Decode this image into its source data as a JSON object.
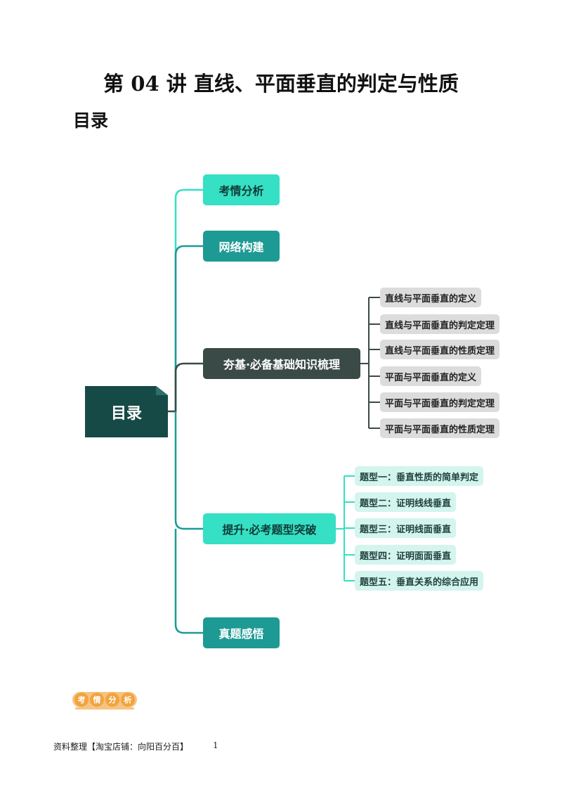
{
  "title": "第 04 讲  直线、平面垂直的判定与性质",
  "toc_heading": "目录",
  "mindmap": {
    "root": "目录",
    "branches": [
      {
        "label": "考情分析"
      },
      {
        "label": "网络构建"
      },
      {
        "label": "夯基·必备基础知识梳理",
        "children": [
          "直线与平面垂直的定义",
          "直线与平面垂直的判定定理",
          "直线与平面垂直的性质定理",
          "平面与平面垂直的定义",
          "平面与平面垂直的判定定理",
          "平面与平面垂直的性质定理"
        ]
      },
      {
        "label": "提升·必考题型突破",
        "children": [
          "题型一：垂直性质的简单判定",
          "题型二：证明线线垂直",
          "题型三：证明线面垂直",
          "题型四：证明面面垂直",
          "题型五：垂直关系的综合应用"
        ]
      },
      {
        "label": "真题感悟"
      }
    ]
  },
  "section_badge": [
    "考",
    "情",
    "分",
    "析"
  ],
  "footer": {
    "text": "资料整理【淘宝店铺：向阳百分百】",
    "page_number": "1"
  },
  "colors": {
    "light": "#35e0c4",
    "teal": "#1d9a94",
    "dark": "#3a4a47",
    "root": "#164a47",
    "badge": "#f3a33d"
  }
}
